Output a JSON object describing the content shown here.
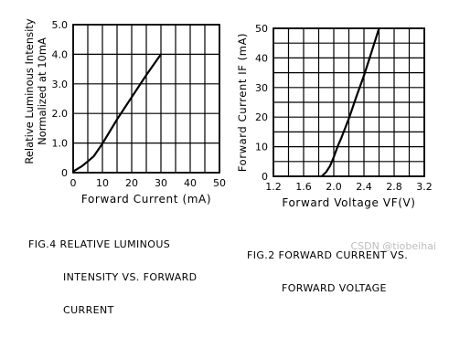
{
  "figures": {
    "fig4": {
      "caption_lines": [
        "Fig.4 RELATIVE LUMINOUS",
        "INTENSITY VS. FORWARD",
        "CURRENT"
      ]
    },
    "fig2": {
      "caption_lines": [
        "Fig.2 FORWARD CURRENT VS.",
        "FORWARD VOLTAGE"
      ]
    }
  },
  "watermark": "CSDN @tiobeihai",
  "chart_data": [
    {
      "type": "line",
      "title": "",
      "xlabel": "Forward Current (mA)",
      "ylabel_lines": [
        "Relative Luminous Intensity",
        "Normalized at 10mA"
      ],
      "xlim": [
        0,
        50
      ],
      "ylim": [
        0,
        5.0
      ],
      "xticks": [
        0,
        10,
        20,
        30,
        40,
        50
      ],
      "xtick_labels": [
        "0",
        "10",
        "20",
        "30",
        "40",
        "50"
      ],
      "yticks": [
        0,
        1,
        2,
        3,
        4,
        5
      ],
      "ytick_labels": [
        "0",
        "1.0",
        "2.0",
        "3.0",
        "4.0",
        "5.0"
      ],
      "grid": true,
      "x_minor_grid": [
        5,
        15,
        25,
        35,
        45
      ],
      "series": [
        {
          "x": [
            0,
            1,
            3,
            5,
            7,
            10,
            15,
            20,
            25,
            30
          ],
          "y": [
            0.04,
            0.1,
            0.22,
            0.38,
            0.55,
            0.98,
            1.8,
            2.55,
            3.3,
            4.0
          ],
          "color": "#000000"
        }
      ]
    },
    {
      "type": "line",
      "title": "",
      "xlabel": "Forward Voltage VF(V)",
      "ylabel": "Forward Current IF (mA)",
      "xlim": [
        1.2,
        3.2
      ],
      "ylim": [
        0,
        50
      ],
      "xticks": [
        1.2,
        1.6,
        2.0,
        2.4,
        2.8,
        3.2
      ],
      "xtick_labels": [
        "1.2",
        "1.6",
        "2.0",
        "2.4",
        "2.8",
        "3.2"
      ],
      "yticks": [
        0,
        10,
        20,
        30,
        40,
        50
      ],
      "ytick_labels": [
        "0",
        "10",
        "20",
        "30",
        "40",
        "50"
      ],
      "grid": true,
      "x_minor_grid": [
        1.4,
        1.8,
        2.2,
        2.6,
        3.0
      ],
      "y_minor_grid": [
        5,
        15,
        25,
        35,
        45
      ],
      "series": [
        {
          "x": [
            1.84,
            1.9,
            1.95,
            2.0,
            2.05,
            2.1,
            2.2,
            2.3,
            2.4,
            2.5,
            2.6
          ],
          "y": [
            0,
            1.5,
            3.5,
            6.5,
            10,
            13,
            19.5,
            27,
            34,
            42,
            50
          ],
          "color": "#000000"
        }
      ]
    }
  ]
}
